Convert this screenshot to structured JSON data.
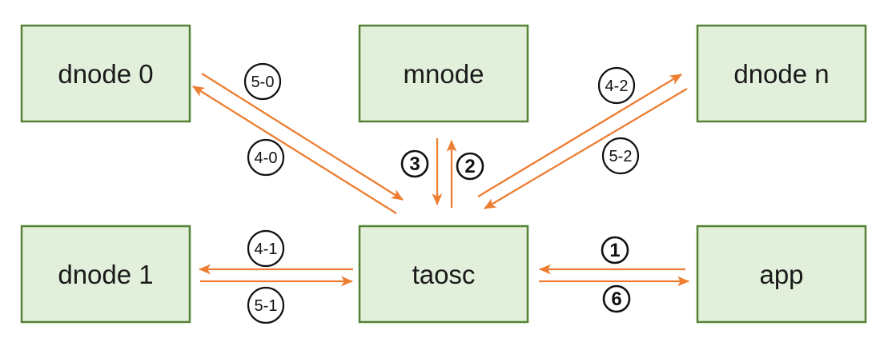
{
  "diagram": {
    "description": "Architecture message-flow diagram between client, management node and data nodes",
    "colors": {
      "node_fill": "#e2efda",
      "node_border": "#548235",
      "arrow": "#ED7D31",
      "badge_ring": "#111111",
      "text": "#1a1a1a"
    },
    "nodes": [
      {
        "id": "dnode0",
        "label": "dnode 0"
      },
      {
        "id": "mnode",
        "label": "mnode"
      },
      {
        "id": "dnoden",
        "label": "dnode n"
      },
      {
        "id": "dnode1",
        "label": "dnode 1"
      },
      {
        "id": "taosc",
        "label": "taosc"
      },
      {
        "id": "app",
        "label": "app"
      }
    ],
    "edges": [
      {
        "label": "1",
        "from": "app",
        "to": "taosc"
      },
      {
        "label": "2",
        "from": "taosc",
        "to": "mnode"
      },
      {
        "label": "3",
        "from": "mnode",
        "to": "taosc"
      },
      {
        "label": "4-0",
        "from": "taosc",
        "to": "dnode 0"
      },
      {
        "label": "5-0",
        "from": "dnode 0",
        "to": "taosc"
      },
      {
        "label": "4-1",
        "from": "taosc",
        "to": "dnode 1"
      },
      {
        "label": "5-1",
        "from": "dnode 1",
        "to": "taosc"
      },
      {
        "label": "4-2",
        "from": "taosc",
        "to": "dnode n"
      },
      {
        "label": "5-2",
        "from": "dnode n",
        "to": "taosc"
      },
      {
        "label": "6",
        "from": "taosc",
        "to": "app"
      }
    ]
  }
}
